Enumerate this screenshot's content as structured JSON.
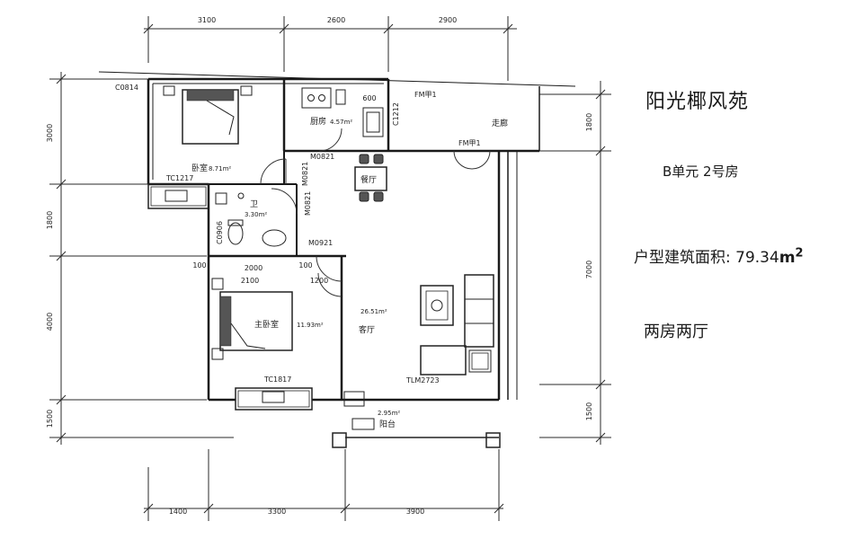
{
  "info": {
    "project_name": "阳光椰风苑",
    "unit_label": "B单元  2号房",
    "area_label": "户型建筑面积: ",
    "area_value": "79.34",
    "area_unit": "m",
    "area_sup": "2",
    "layout": "两房两厅"
  },
  "dims": {
    "top": [
      "3100",
      "2600",
      "2900"
    ],
    "bottom": [
      "1400",
      "3300",
      "3900"
    ],
    "left": [
      "3000",
      "1800",
      "4000",
      "1500"
    ],
    "right": [
      "1800",
      "7000",
      "1500"
    ],
    "inner_a": "2000",
    "inner_b": "2100",
    "inner_c": "100",
    "inner_d": "100",
    "inner_e": "1200",
    "kitchen_w": "600"
  },
  "rooms": {
    "bedroom": "卧室",
    "bedroom_area": "8.71m²",
    "kitchen": "厨房",
    "kitchen_area": "4.57m²",
    "corridor": "走廊",
    "dining": "餐厅",
    "bath": "卫",
    "bath_area": "3.30m²",
    "master": "主卧室",
    "master_area": "11.93m²",
    "living": "客厅",
    "living_area": "26.51m²",
    "balcony": "阳台",
    "balcony_area": "2.95m²"
  },
  "codes": {
    "c0814": "C0814",
    "tc1217": "TC1217",
    "m0821a": "M0821",
    "m0821b": "M0821",
    "m0821c": "M0821",
    "m0921": "M0921",
    "c1212": "C1212",
    "fmw1": "FM甲1",
    "fmw2": "FM甲1",
    "c0906": "C0906",
    "tc1817": "TC1817",
    "tlm2723": "TLM2723"
  }
}
